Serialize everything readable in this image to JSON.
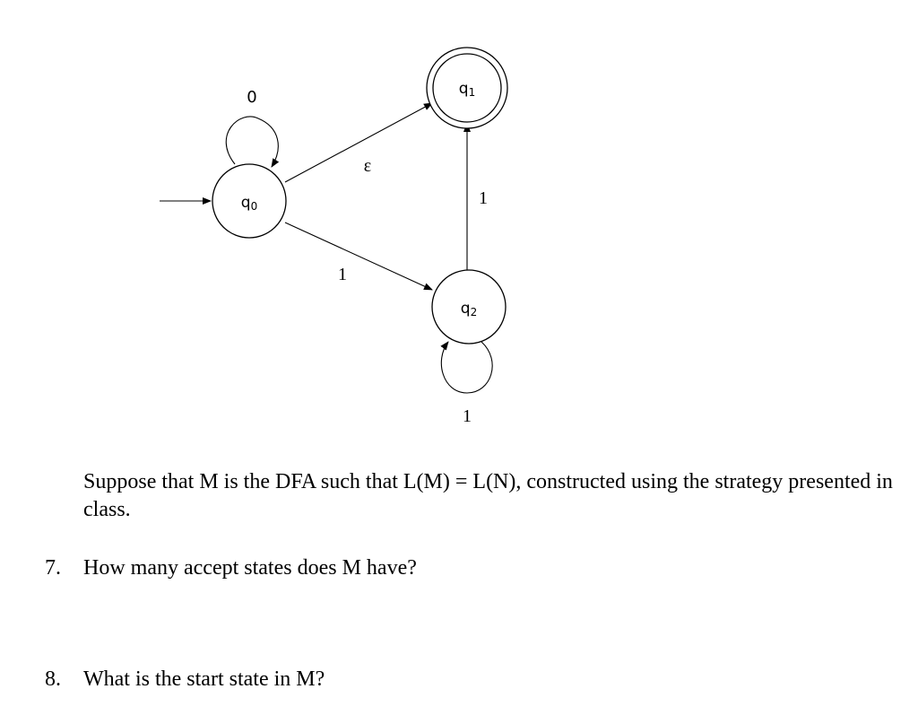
{
  "diagram": {
    "states": [
      {
        "id": "q0",
        "label": "q",
        "sub": "0",
        "start": true,
        "accept": false
      },
      {
        "id": "q1",
        "label": "q",
        "sub": "1",
        "start": false,
        "accept": true
      },
      {
        "id": "q2",
        "label": "q",
        "sub": "2",
        "start": false,
        "accept": false
      }
    ],
    "transitions": [
      {
        "from": "q0",
        "to": "q0",
        "label": "0"
      },
      {
        "from": "q0",
        "to": "q1",
        "label": "ε"
      },
      {
        "from": "q0",
        "to": "q2",
        "label": "1"
      },
      {
        "from": "q2",
        "to": "q1",
        "label": "1"
      },
      {
        "from": "q2",
        "to": "q2",
        "label": "1"
      }
    ]
  },
  "text": {
    "paragraph": "Suppose that M is the DFA such that L(M) = L(N), constructed using the strategy presented in class.",
    "questions": [
      {
        "number": "7.",
        "text": "How many accept states does M have?"
      },
      {
        "number": "8.",
        "text": "What is the start state in M?"
      }
    ]
  }
}
